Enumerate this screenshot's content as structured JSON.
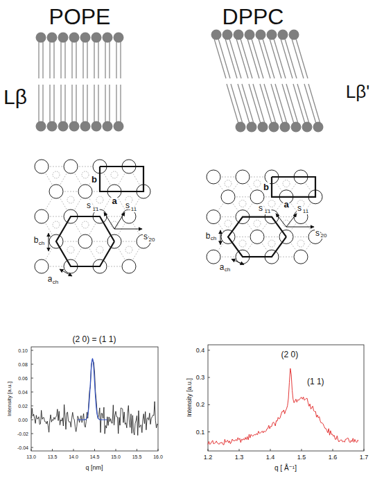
{
  "diagram": {
    "labels": [
      "POPE",
      "DPPC",
      "Lβ",
      "Lβ'",
      "b",
      "a",
      "s",
      "1̄1",
      "s",
      "11",
      "s",
      "20",
      "b",
      "ch",
      "a",
      "ch",
      "b",
      "a",
      "s",
      "1̄1",
      "s",
      "11",
      "s",
      "20",
      "b",
      "ch",
      "a",
      "ch",
      "(2 0) = (1 1)",
      "Intensity [a.u.]",
      "q [nm]",
      "13.0",
      "13.5",
      "14.0",
      "14.5",
      "15.0",
      "15.5",
      "16.0",
      "0.10",
      "0.08",
      "0.06",
      "0.04",
      "0.02",
      "0.00",
      "-0.02",
      "-0.04",
      "(2 0)",
      "(1 1)",
      "Intensity [a.u.]",
      "q [ Å⁻¹]",
      "1.2",
      "1.3",
      "1.4",
      "1.5",
      "1.6",
      "1.7",
      "0.4",
      "0.3",
      "0.2",
      "0.1"
    ]
  }
}
